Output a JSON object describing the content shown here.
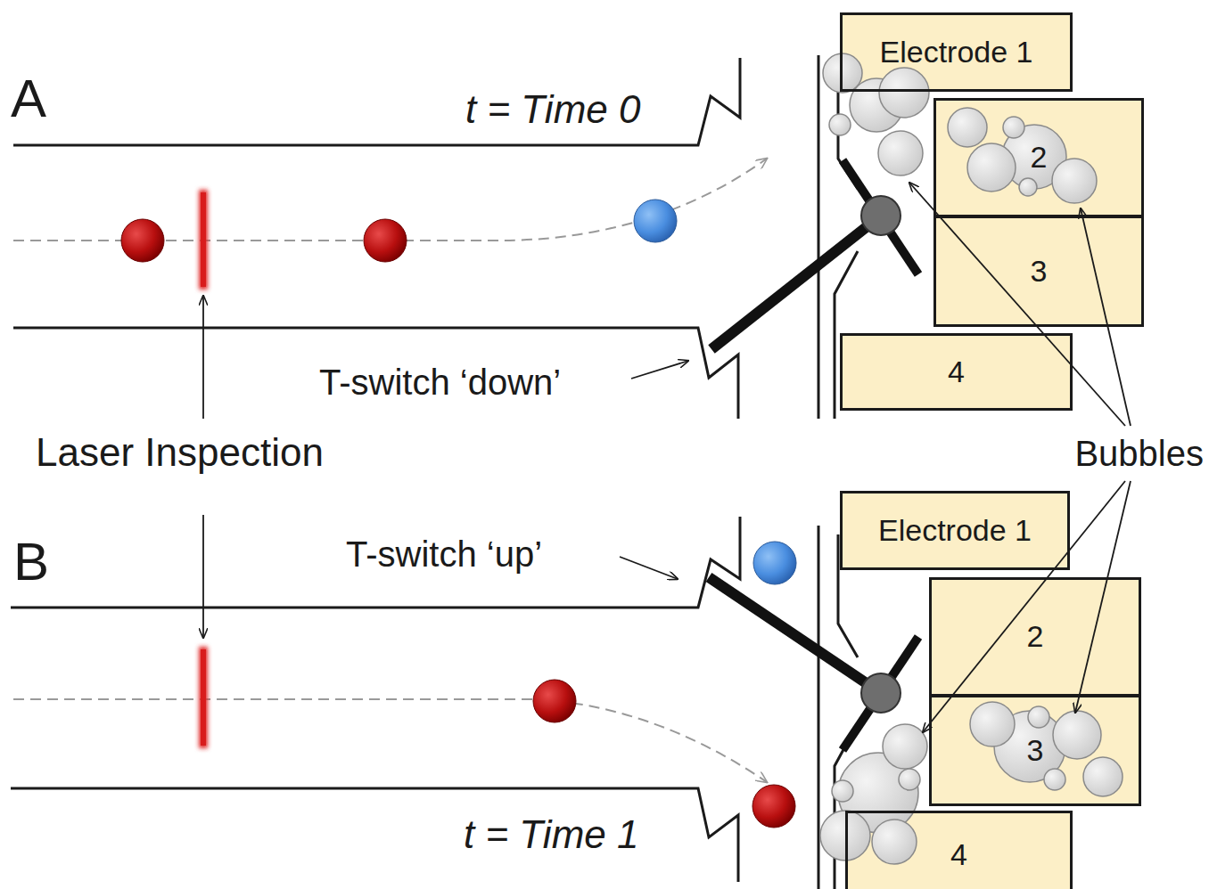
{
  "diagram": {
    "nodes": [
      {
        "text": [
          "Electrode 1"
        ]
      },
      {
        "text": [
          "2"
        ]
      },
      {
        "text": [
          "3"
        ]
      },
      {
        "text": [
          "4"
        ]
      },
      {
        "text": [
          "Electrode 1"
        ]
      },
      {
        "text": [
          "2"
        ]
      },
      {
        "text": [
          "3"
        ]
      },
      {
        "text": [
          "4"
        ]
      }
    ],
    "labels": [
      "A",
      "t = Time 0",
      "T-switch ‘down’",
      "Laser Inspection",
      "Bubbles",
      "B",
      "T-switch ‘up’",
      "t = Time 1"
    ]
  }
}
